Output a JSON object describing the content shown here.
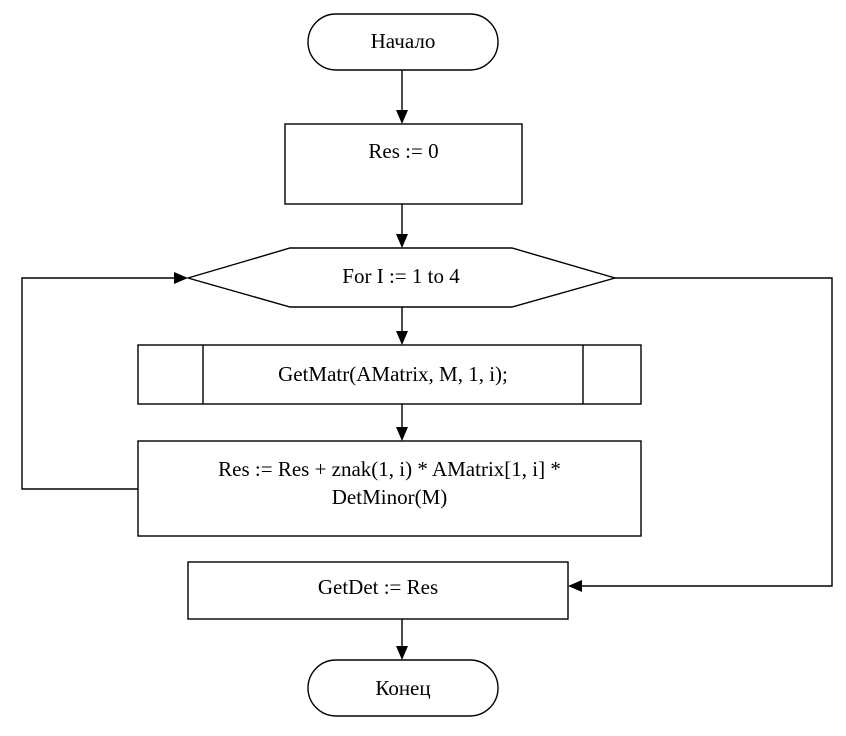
{
  "nodes": {
    "start": {
      "label": "Начало"
    },
    "init": {
      "label": "Res := 0"
    },
    "loop": {
      "label": "For I := 1 to 4"
    },
    "getmatr": {
      "label": "GetMatr(AMatrix, M, 1, i);"
    },
    "accum": {
      "line1": "Res := Res + znak(1, i) * AMatrix[1, i]  *",
      "line2": "DetMinor(M)"
    },
    "result": {
      "label": "GetDet := Res"
    },
    "end": {
      "label": "Конец"
    }
  },
  "colors": {
    "stroke": "#000000",
    "fill": "#ffffff"
  }
}
